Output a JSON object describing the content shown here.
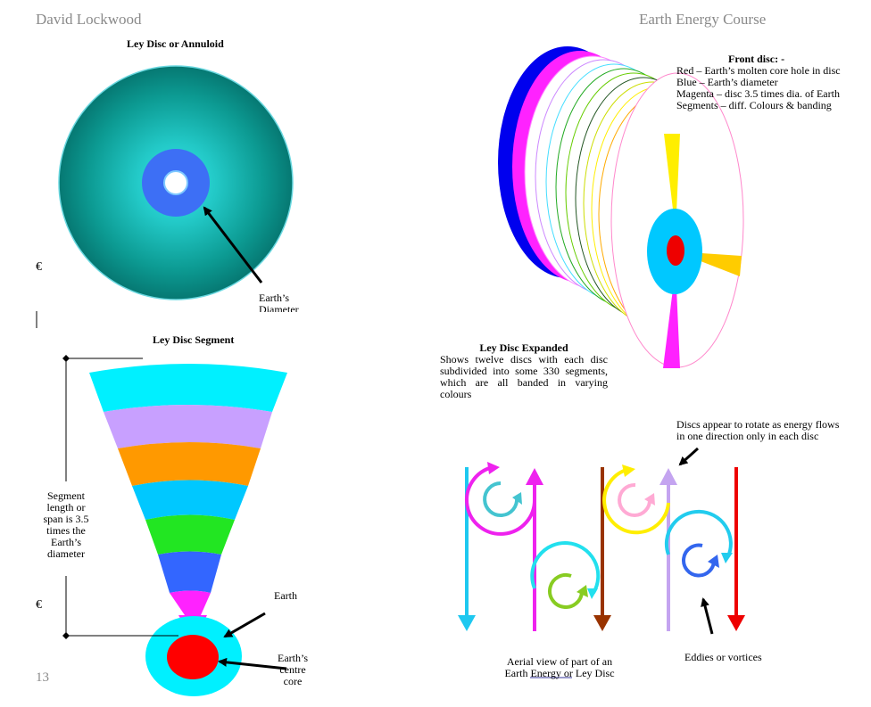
{
  "header": {
    "author": "David Lockwood",
    "course": "Earth Energy Course"
  },
  "page_number": "13",
  "markers": {
    "euro": "€"
  },
  "annuloid": {
    "title": "Ley Disc or Annuloid",
    "arrow_label_line1": "Earth’s",
    "arrow_label_line2": "Diameter"
  },
  "segment": {
    "title": "Ley Disc Segment",
    "span_note": [
      "Segment",
      "length or",
      "span is 3.5",
      "times the",
      "Earth’s",
      "diameter"
    ],
    "earth_label": "Earth",
    "core_label": [
      "Earth’s",
      "centre",
      "core"
    ],
    "bands": [
      {
        "color": "#00f0ff"
      },
      {
        "color": "#c8a0ff"
      },
      {
        "color": "#ff9900"
      },
      {
        "color": "#00c8ff"
      },
      {
        "color": "#22e622"
      },
      {
        "color": "#3366ff"
      },
      {
        "color": "#ff22ff"
      }
    ]
  },
  "expanded": {
    "legend_title": "Front disc: -",
    "legend_lines": [
      "Red – Earth’s molten core hole in disc",
      "Blue – Earth’s diameter",
      "Magenta – disc 3.5 times dia. of Earth",
      "Segments – diff. Colours & banding"
    ],
    "caption_title": "Ley Disc Expanded",
    "caption_text": "Shows twelve discs with each disc subdivided into some 330 segments, which are all banded in varying colours",
    "ring_colors": [
      "#0000ee",
      "#ff22ff",
      "#ff88ff",
      "#cc88ff",
      "#44ddff",
      "#22aa22",
      "#66cc00",
      "#225522",
      "#ccdd00",
      "#ffee00",
      "#ffaa00",
      "#ff88cc"
    ]
  },
  "flow": {
    "note_top": [
      "Discs appear to rotate as energy flows",
      "in one direction only in each disc"
    ],
    "note_bottom": "Eddies or vortices",
    "caption_line1": "Aerial view of part of an",
    "caption_line2_pre": "Earth ",
    "caption_line2_link": "Energy  or",
    "caption_line2_post": " Ley Disc"
  }
}
